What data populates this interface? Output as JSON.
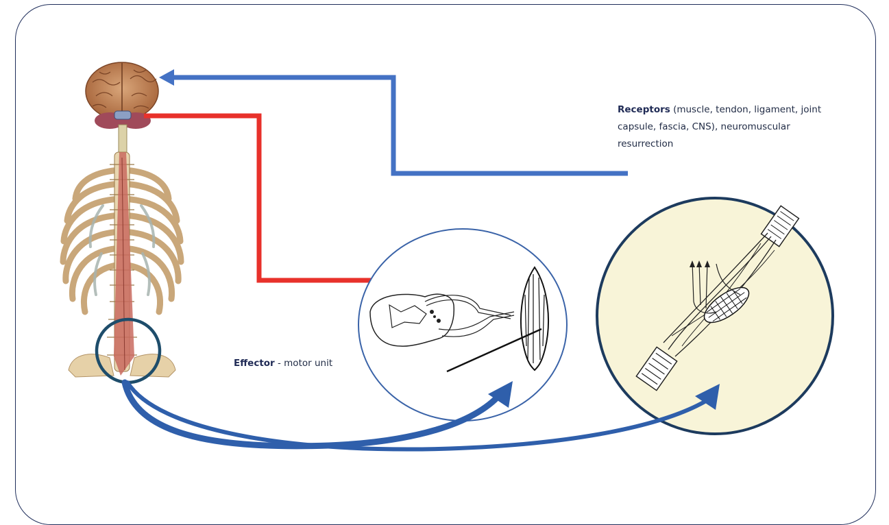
{
  "labels": {
    "receptors_title": "Receptors",
    "receptors_text": " (muscle, tendon, ligament, joint capsule, fascia, CNS), neuromuscular resurrection",
    "effector_title": "Effector",
    "effector_text": " - motor unit"
  },
  "colors": {
    "afferent_arrow": "#4472c4",
    "efferent_arrow": "#e8312b",
    "frame": "#1e2d5a",
    "muscle_circle_fill": "#f8f4d8",
    "muscle_circle_border": "#1d3b5e",
    "bone": "#e3cba0",
    "muscle": "#c9766a"
  }
}
